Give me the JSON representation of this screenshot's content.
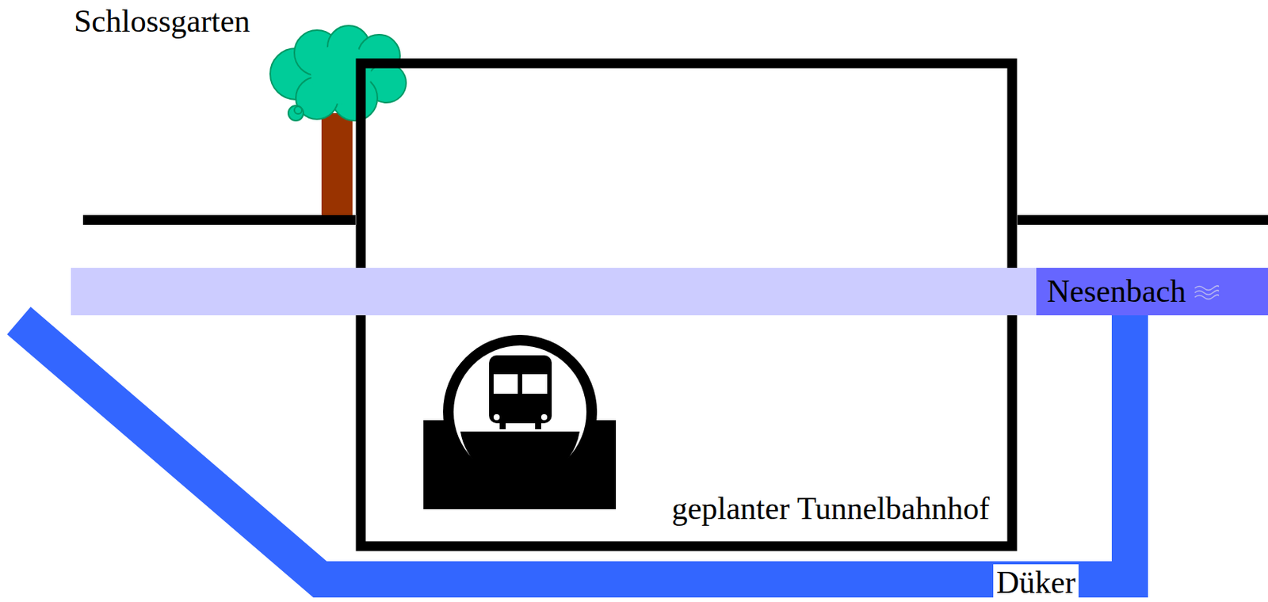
{
  "diagram": {
    "nodes": [
      {
        "text": [
          "geplanter Tunnelbahnhof"
        ]
      },
      {
        "text": [
          "Nesenbach"
        ]
      }
    ],
    "labels": [
      "Schlossgarten",
      "Düker"
    ]
  }
}
